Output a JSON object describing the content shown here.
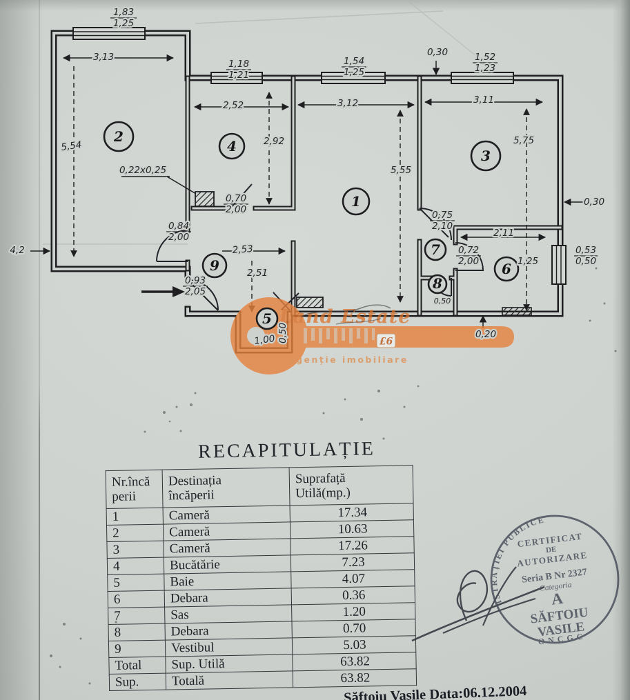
{
  "plan": {
    "rooms": [
      "1",
      "2",
      "3",
      "4",
      "5",
      "6",
      "7",
      "8",
      "9"
    ],
    "dims": [
      "3,13",
      "5,54",
      "4,2",
      "0,22x0,25",
      "2,52",
      "2,92",
      "3,12",
      "5,55",
      "3,11",
      "5,75",
      "0,30",
      "0,30",
      "2,53",
      "2,51",
      "2,11",
      "1,25",
      "1,00",
      "0,50",
      "0,20",
      "0,50"
    ],
    "fractions": [
      {
        "top": "1,83",
        "bot": "1,25"
      },
      {
        "top": "1,18",
        "bot": "1,21"
      },
      {
        "top": "1,54",
        "bot": "1,25"
      },
      {
        "top": "1,52",
        "bot": "1,23"
      },
      {
        "top": "0,53",
        "bot": "0,50"
      },
      {
        "top": "0,93",
        "bot": "2,05"
      },
      {
        "top": "0,84",
        "bot": "2,00"
      },
      {
        "top": "0,70",
        "bot": "2,00"
      },
      {
        "top": "0,75",
        "bot": "2,10"
      },
      {
        "top": "0,72",
        "bot": "2,00"
      }
    ]
  },
  "watermark": {
    "brand": "Land Estate",
    "tagline": "agenție imobiliare",
    "emblem": "£6"
  },
  "recap": {
    "title": "RECAPITULAȚIE",
    "headers": [
      {
        "l1": "Nr.încă",
        "l2": "perii"
      },
      {
        "l1": "Destinația",
        "l2": "încăperii"
      },
      {
        "l1": "Suprafață",
        "l2": "Utilă(mp.)"
      }
    ],
    "rows": [
      [
        "1",
        "Cameră",
        "17.34"
      ],
      [
        "2",
        "Cameră",
        "10.63"
      ],
      [
        "3",
        "Cameră",
        "17.26"
      ],
      [
        "4",
        "Bucătărie",
        "7.23"
      ],
      [
        "5",
        "Baie",
        "4.07"
      ],
      [
        "6",
        "Debara",
        "0.36"
      ],
      [
        "7",
        "Sas",
        "1.20"
      ],
      [
        "8",
        "Debara",
        "0.70"
      ],
      [
        "9",
        "Vestibul",
        "5.03"
      ]
    ],
    "totals": [
      [
        "Total",
        "Sup. Utilă",
        "63.82"
      ],
      [
        "Sup.",
        "Totală",
        "63.82"
      ]
    ]
  },
  "stamp": {
    "ring": "MINISTERUL ADMINISTRAȚIEI PUBLICE",
    "ring_bottom": "ONCGC",
    "line1": "CERTIFICAT",
    "line2": "DE",
    "line3": "AUTORIZARE",
    "seria": "Seria B Nr 2327",
    "categoria_label": "Categoria",
    "categoria_value": "A",
    "name1": "SĂFTOIU",
    "name2": "VASILE"
  },
  "footer": {
    "note": "Săftoiu Vasile Data:06.12.2004"
  },
  "colors": {
    "paper": "#ced2ce",
    "ink": "#1f1f22",
    "watermark_orange": "#e5813c",
    "stamp_ink": "#464b58"
  }
}
